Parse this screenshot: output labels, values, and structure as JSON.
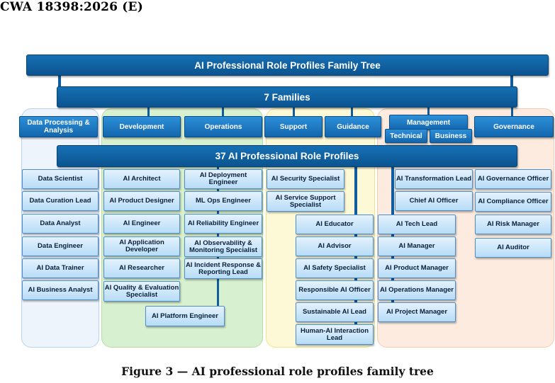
{
  "doc_header": "CWA 18398:2026 (E)",
  "caption": "Figure 3 — AI professional role profiles family tree",
  "top_bar": "AI Professional Role Profiles Family Tree",
  "families_bar": "7 Families",
  "profiles_bar": "37 AI Professional Role Profiles",
  "families": {
    "data_processing": "Data Processing & Analysis",
    "development": "Development",
    "operations": "Operations",
    "support": "Support",
    "guidance": "Guidance",
    "management": "Management",
    "technical": "Technical",
    "business": "Business",
    "governance": "Governance"
  },
  "roles": {
    "data_processing": [
      "Data Scientist",
      "Data Curation Lead",
      "Data Analyst",
      "Data Engineer",
      "AI Data Trainer",
      "AI Business Analyst"
    ],
    "development": [
      "AI Architect",
      "AI Product Designer",
      "AI Engineer",
      "AI Application Developer",
      "AI Researcher",
      "AI Quality & Evaluation Specialist",
      "AI Platform Engineer"
    ],
    "operations": [
      "AI Deployment Engineer",
      "ML Ops Engineer",
      "AI Reliability Engineer",
      "AI Observability & Monitoring Specialist",
      "AI Incident Response & Reporting Lead"
    ],
    "support": [
      "AI Security Specialist",
      "AI Service Support Specialist"
    ],
    "guidance": [
      "AI Educator",
      "AI Advisor",
      "AI Safety Specialist",
      "Responsible AI Officer",
      "Sustainable AI Lead",
      "Human-AI Interaction Lead"
    ],
    "management_technical": [
      "AI Tech Lead",
      "AI Manager",
      "AI Product Manager",
      "AI Operations Manager",
      "AI Project Manager"
    ],
    "management_business": [
      "AI Transformation Lead",
      "Chief AI Officer"
    ],
    "governance": [
      "AI Governance Officer",
      "AI Compliance Officer",
      "AI Risk Manager",
      "AI Auditor"
    ]
  },
  "colors": {
    "bar_dark": "#0b5490",
    "family_blue": "#1f7cc4",
    "role_light": "#cfe8fb",
    "zone_blue": "#eef4fb",
    "zone_green": "#d7f0cf",
    "zone_yellow": "#fdf9d6",
    "zone_peach": "#fcebde"
  }
}
